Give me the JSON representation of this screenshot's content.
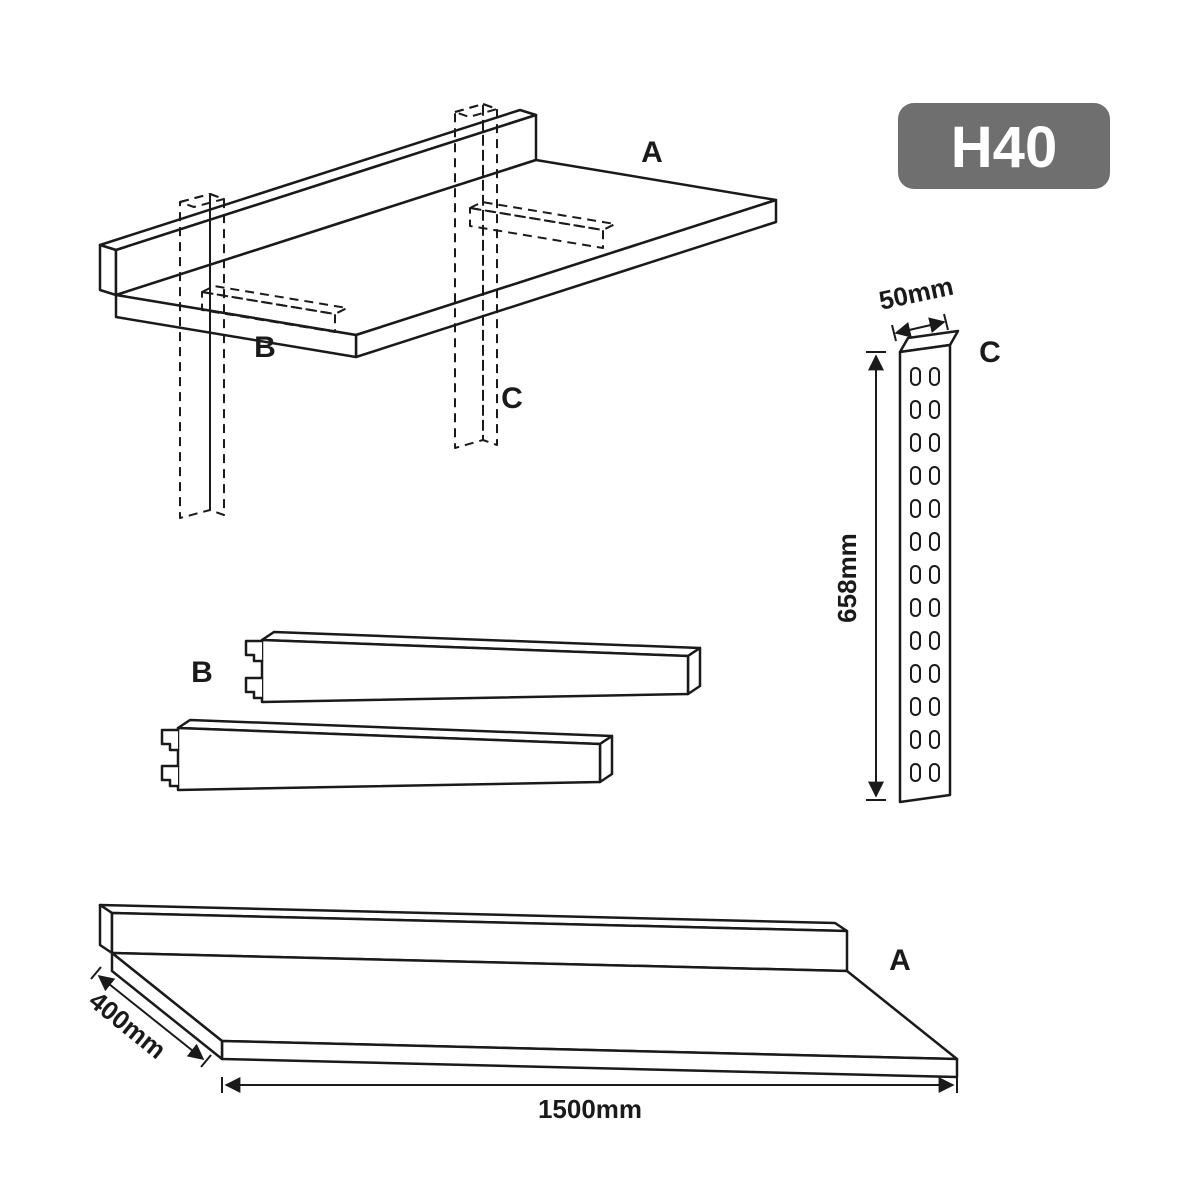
{
  "badge": {
    "text": "H40"
  },
  "colors": {
    "line": "#1a1a1a",
    "badge_bg": "#6f6f6f",
    "badge_text": "#ffffff",
    "background": "#ffffff"
  },
  "assembly_view": {
    "shelf_label": "A",
    "bracket_label": "B",
    "rail_label": "C"
  },
  "bracket_detail": {
    "label": "B"
  },
  "rail_detail": {
    "label": "C",
    "width": "50mm",
    "height": "658mm"
  },
  "shelf_detail": {
    "label": "A",
    "depth": "400mm",
    "length": "1500mm"
  }
}
